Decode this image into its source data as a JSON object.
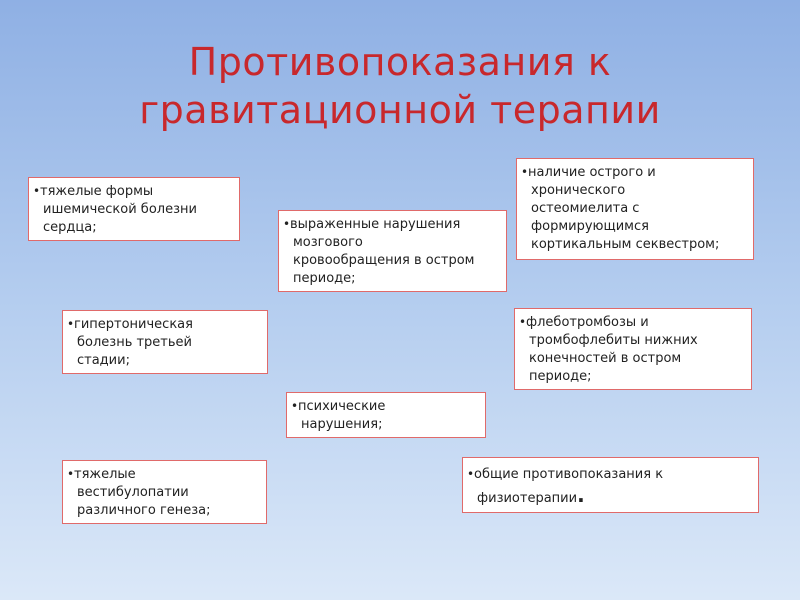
{
  "title": {
    "line1": "Противопоказания к",
    "line2": "гравитационной терапии"
  },
  "bullet_glyph": "•",
  "items": [
    {
      "lines": [
        "тяжелые формы",
        "ишемической болезни",
        "сердца;"
      ]
    },
    {
      "lines": [
        "выраженные нарушения",
        "мозгового",
        "кровообращения в остром",
        "периоде;"
      ]
    },
    {
      "lines": [
        "наличие острого и",
        "хронического",
        "остеомиелита с",
        "формирующимся",
        "кортикальным секвестром;"
      ]
    },
    {
      "lines": [
        "гипертоническая",
        "болезнь третьей",
        "стадии;"
      ]
    },
    {
      "lines": [
        "флеботромбозы и",
        "тромбофлебиты нижних",
        "конечностей в остром",
        "периоде;"
      ]
    },
    {
      "lines": [
        "психические",
        "нарушения;"
      ]
    },
    {
      "lines": [
        "тяжелые",
        "вестибулопатии",
        "различного генеза;"
      ]
    },
    {
      "lines": [
        "общие противопоказания к",
        "физиотерапии"
      ],
      "end": "."
    }
  ],
  "colors": {
    "title": "#c8282c",
    "box_border": "#e06a6a",
    "box_fill": "#ffffff",
    "bg_top": "#8fb0e4",
    "bg_bottom": "#dbe8f8"
  }
}
